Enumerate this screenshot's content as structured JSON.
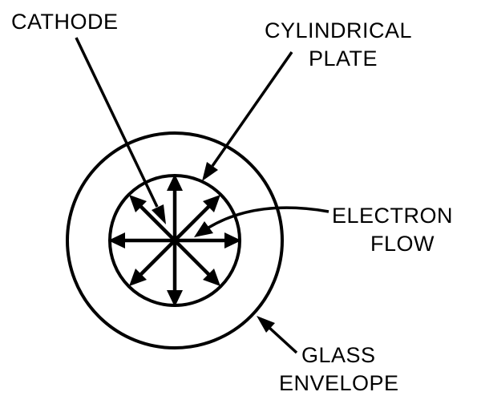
{
  "labels": {
    "cathode": "CATHODE",
    "plate_line1": "CYLINDRICAL",
    "plate_line2": "PLATE",
    "electron_line1": "ELECTRON",
    "electron_line2": "FLOW",
    "glass_line1": "GLASS",
    "glass_line2": "ENVELOPE"
  },
  "colors": {
    "ink": "#000000",
    "background": "#ffffff"
  }
}
